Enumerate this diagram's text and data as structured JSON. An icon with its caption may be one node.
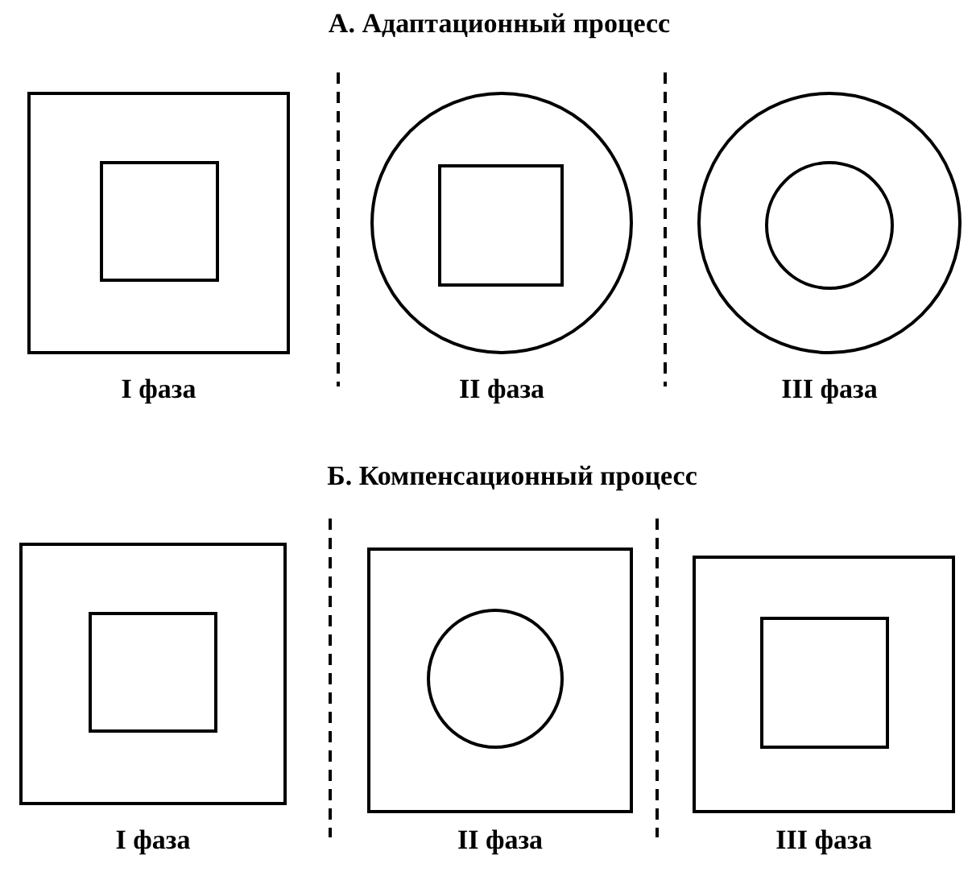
{
  "diagram": {
    "nodes": [
      {
        "text": [],
        "shape": "box",
        "beside": [
          "I фаза"
        ]
      },
      {
        "text": [],
        "shape": "box",
        "in": 0
      },
      {
        "text": [],
        "shape": "circle",
        "beside": [
          "II фаза"
        ]
      },
      {
        "text": [],
        "shape": "box",
        "in": 2
      },
      {
        "text": [],
        "shape": "circle",
        "beside": [
          "III фаза"
        ]
      },
      {
        "text": [],
        "shape": "circle",
        "in": 4
      },
      {
        "text": [],
        "shape": "box",
        "beside": [
          "I фаза"
        ]
      },
      {
        "text": [],
        "shape": "box",
        "in": 6
      },
      {
        "text": [],
        "shape": "box",
        "beside": [
          "II фаза"
        ]
      },
      {
        "text": [],
        "shape": "circle",
        "in": 8
      },
      {
        "text": [],
        "shape": "box",
        "beside": [
          "III фаза"
        ]
      },
      {
        "text": [],
        "shape": "box",
        "in": 10
      }
    ],
    "edges": [],
    "labels": [
      "А. Адаптационный процесс",
      "Б. Компенсационный процесс"
    ]
  }
}
